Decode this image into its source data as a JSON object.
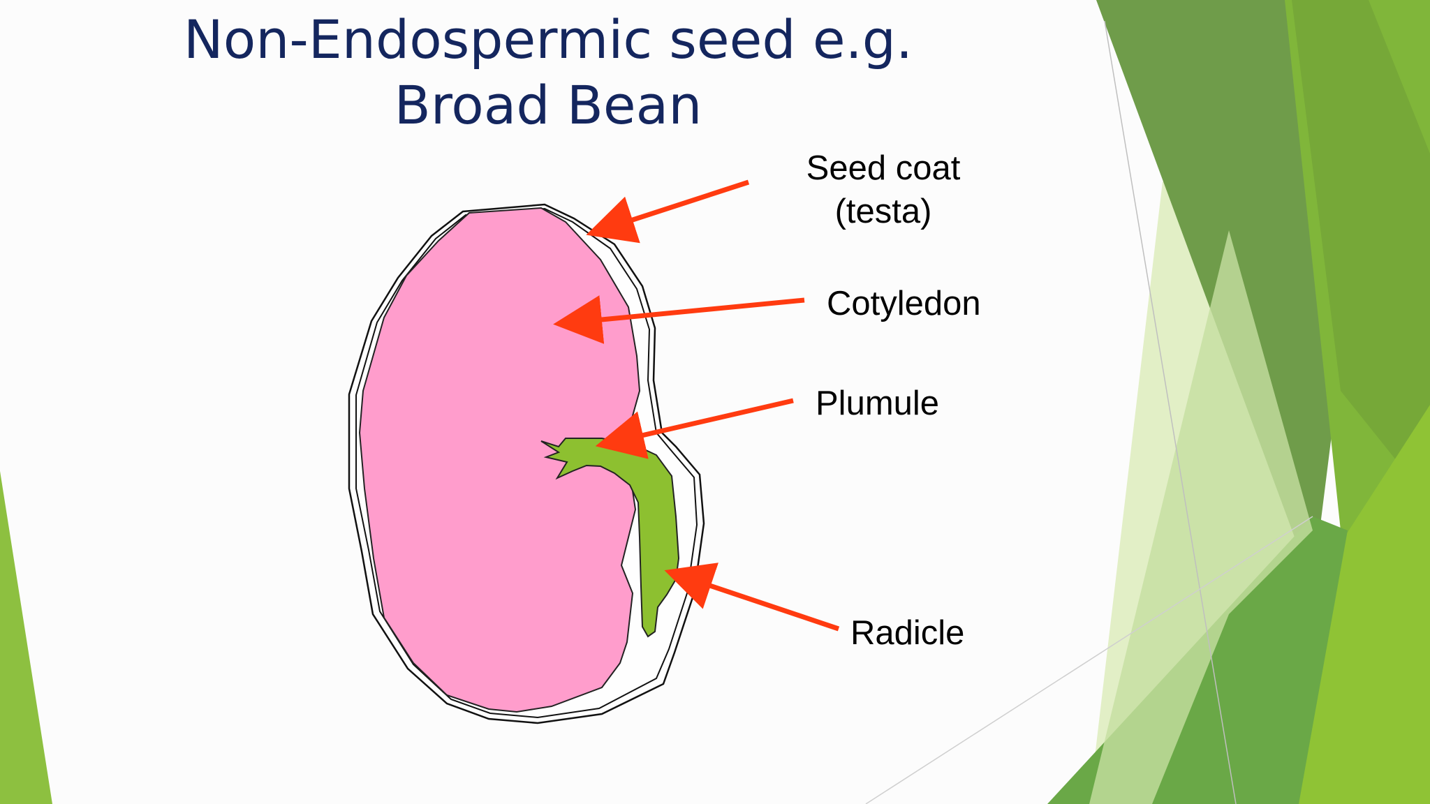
{
  "title": "Non-Endospermic seed e.g. Broad Bean",
  "labels": {
    "seed_coat_line1": "Seed coat",
    "seed_coat_line2": "(testa)",
    "cotyledon": "Cotyledon",
    "plumule": "Plumule",
    "radicle": "Radicle"
  },
  "colors": {
    "title": "#14265e",
    "cotyledon_fill": "#ff9dcc",
    "embryo_fill": "#8dc030",
    "arrow": "#ff3b10",
    "accent_green_light": "#9ccb3c",
    "accent_green_dark": "#5e9e3a"
  }
}
